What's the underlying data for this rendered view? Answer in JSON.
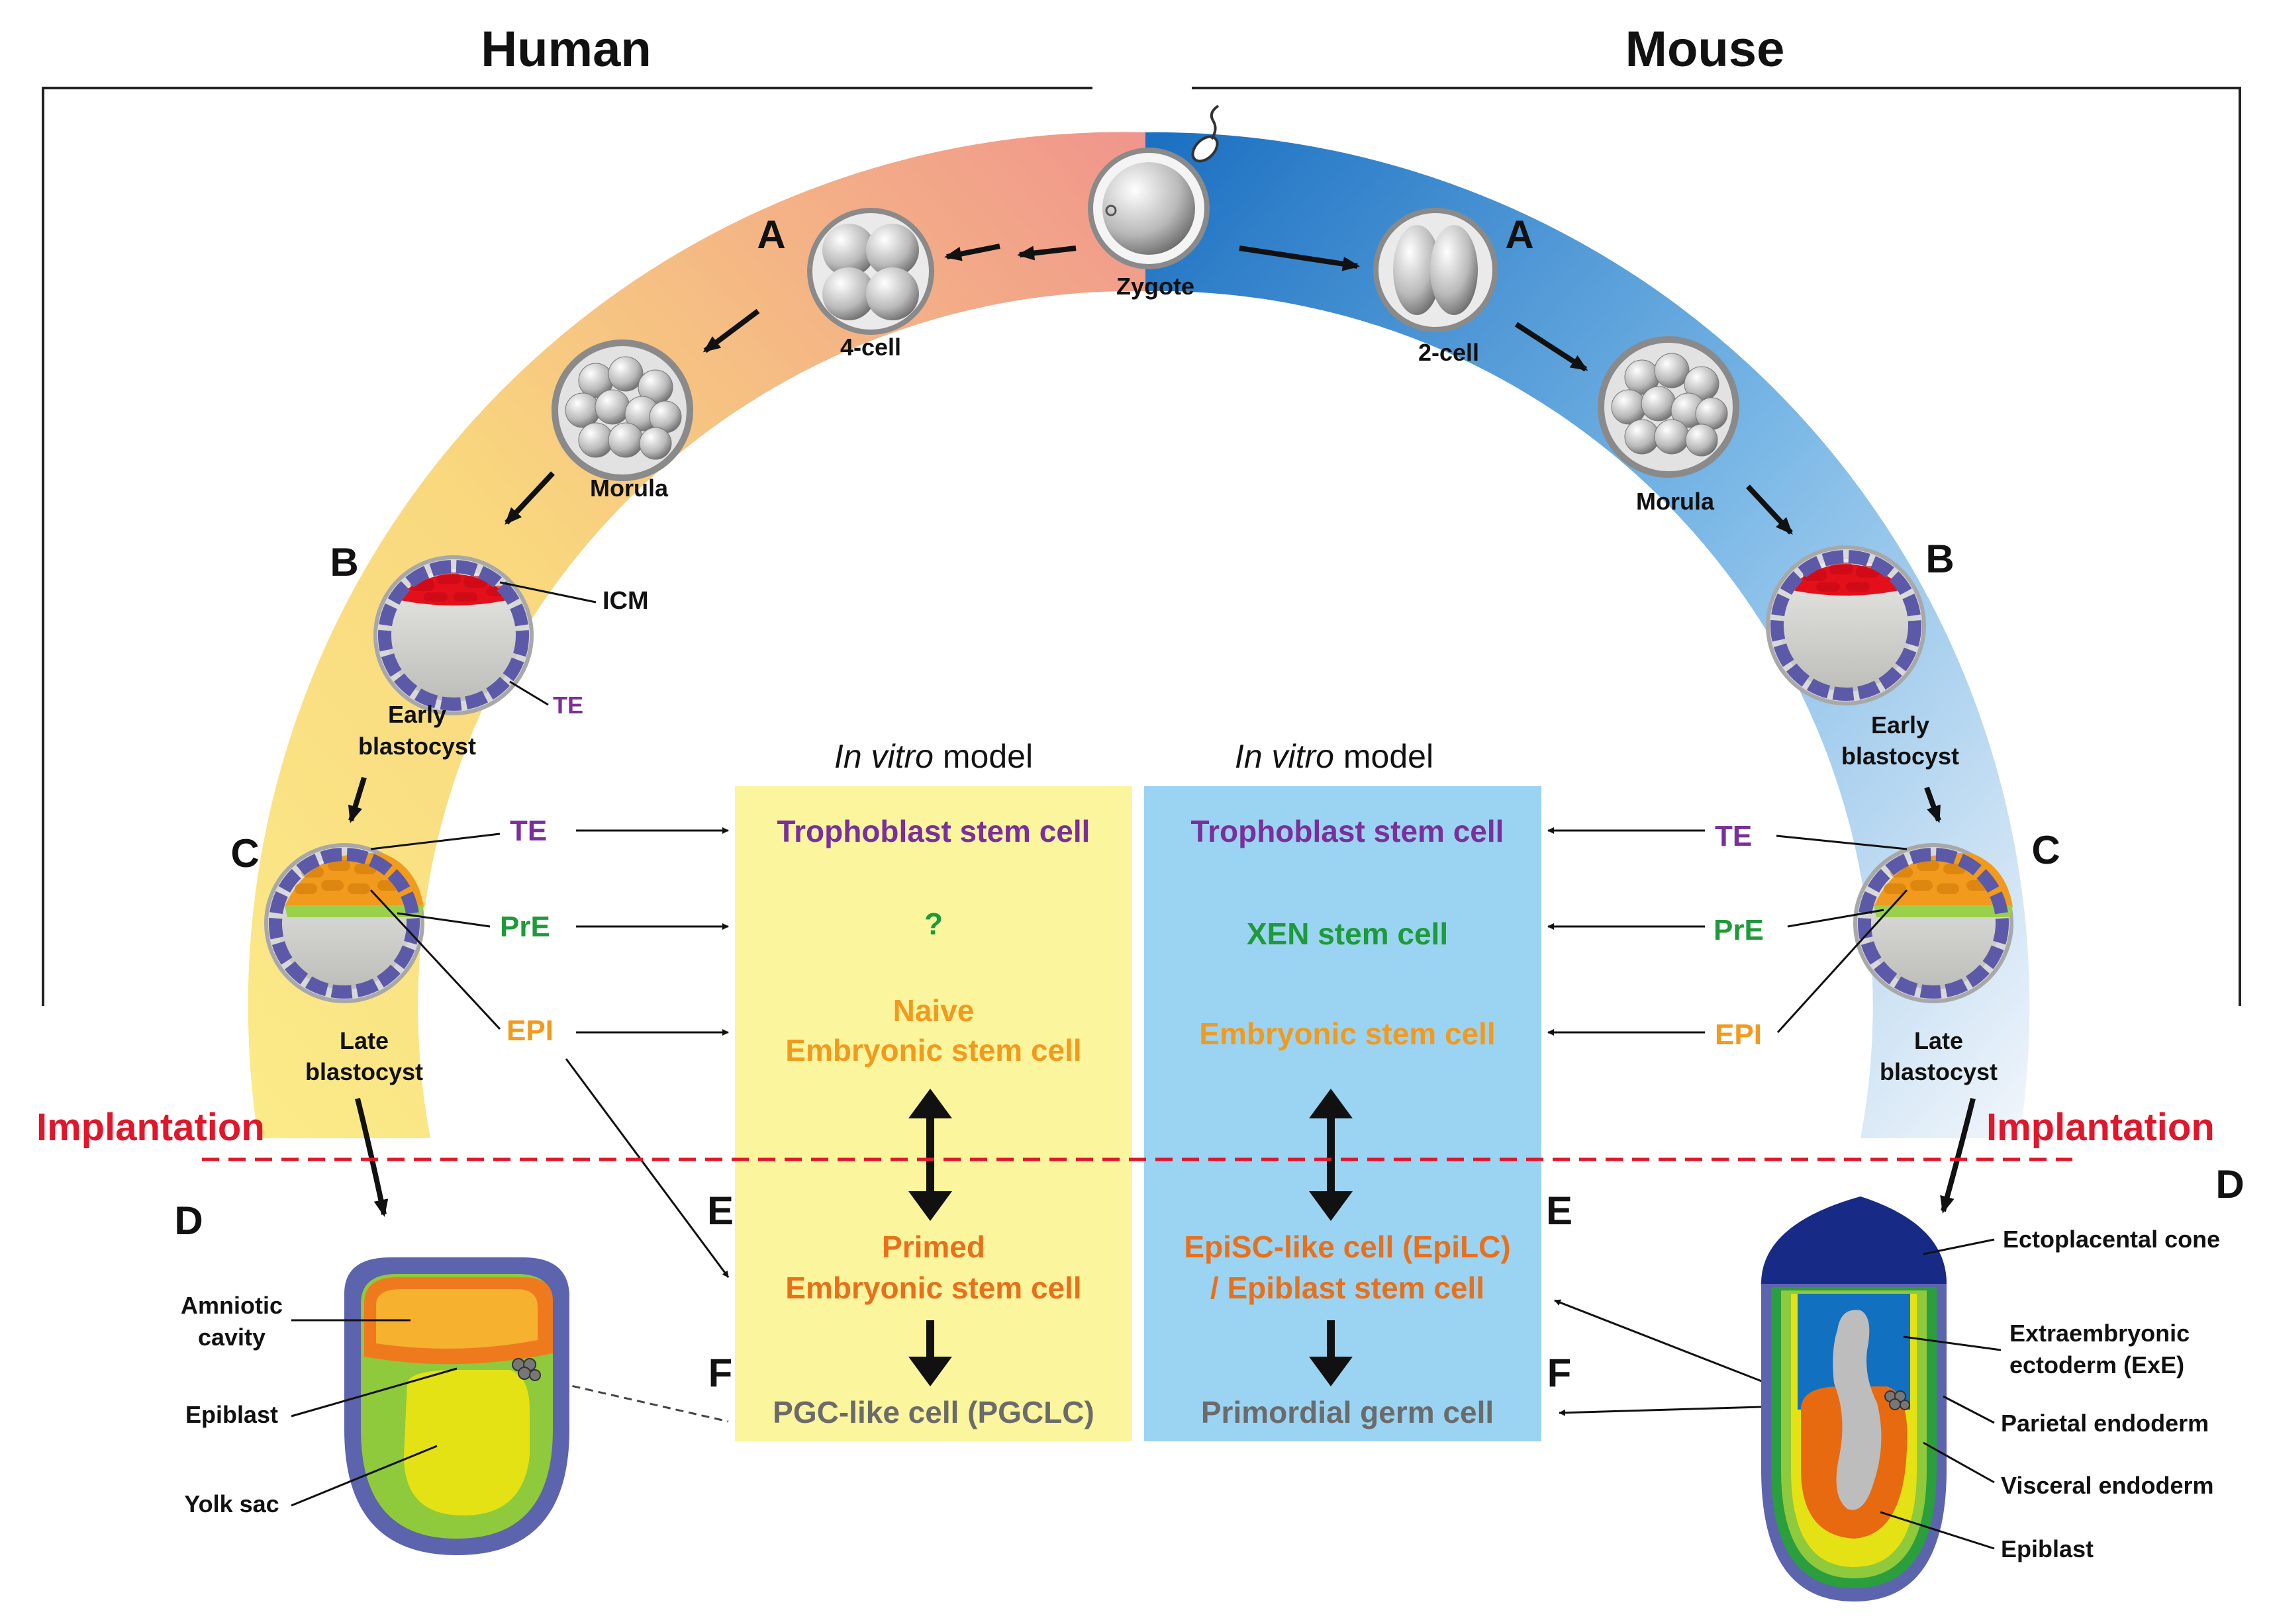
{
  "header": {
    "left_title": "Human",
    "right_title": "Mouse"
  },
  "stages": {
    "zygote": "Zygote",
    "human": {
      "four_cell": "4-cell",
      "morula": "Morula",
      "icm": "ICM",
      "te_small": "TE",
      "early_blastocyst": [
        "Early",
        "blastocyst"
      ],
      "late_blastocyst": [
        "Late",
        "blastocyst"
      ],
      "lineages": {
        "te": "TE",
        "pre": "PrE",
        "epi": "EPI"
      },
      "implantation": "Implantation",
      "postimplant_labels": {
        "amniotic": [
          "Amniotic",
          "cavity"
        ],
        "epiblast": "Epiblast",
        "yolk": "Yolk sac"
      }
    },
    "mouse": {
      "two_cell": "2-cell",
      "morula": "Morula",
      "early_blastocyst": [
        "Early",
        "blastocyst"
      ],
      "late_blastocyst": [
        "Late",
        "blastocyst"
      ],
      "lineages": {
        "te": "TE",
        "pre": "PrE",
        "epi": "EPI"
      },
      "implantation": "Implantation",
      "postimplant_labels": {
        "ectoplacental": "Ectoplacental cone",
        "exe": [
          "Extraembryonic",
          "ectoderm (ExE)"
        ],
        "parietal": "Parietal endoderm",
        "visceral": "Visceral endoderm",
        "epiblast": "Epiblast"
      }
    }
  },
  "stage_letters": {
    "human": {
      "a": "A",
      "b": "B",
      "c": "C",
      "d": "D",
      "e": "E",
      "f": "F"
    },
    "mouse": {
      "a": "A",
      "b": "B",
      "c": "C",
      "d": "D",
      "e": "E",
      "f": "F"
    }
  },
  "in_vitro": {
    "heading_italic": "In vitro",
    "heading_rest": " model",
    "human_cells": {
      "trophoblast": "Trophoblast stem cell",
      "pre_unknown": "?",
      "naive": [
        "Naive",
        "Embryonic stem cell"
      ],
      "primed": [
        "Primed",
        "Embryonic stem cell"
      ],
      "pgc": "PGC-like cell (PGCLC)"
    },
    "mouse_cells": {
      "trophoblast": "Trophoblast stem cell",
      "xen": "XEN stem cell",
      "esc": "Embryonic stem cell",
      "epilc": [
        "EpiSC-like cell (EpiLC)",
        "/ Epiblast stem cell"
      ],
      "pgc": "Primordial germ cell"
    }
  },
  "colors": {
    "te_purple": "#7a2f9b",
    "pre_green": "#1e9a3a",
    "epi_orange": "#f29a1d",
    "primed_orange": "#e8701c",
    "pgc_gray": "#6b6b6b",
    "implantation_red": "#e0162b",
    "human_box": "#fbf59e",
    "mouse_box": "#9ad4f2",
    "icm_red": "#e3101c",
    "te_cell": "#5c5aa8"
  }
}
